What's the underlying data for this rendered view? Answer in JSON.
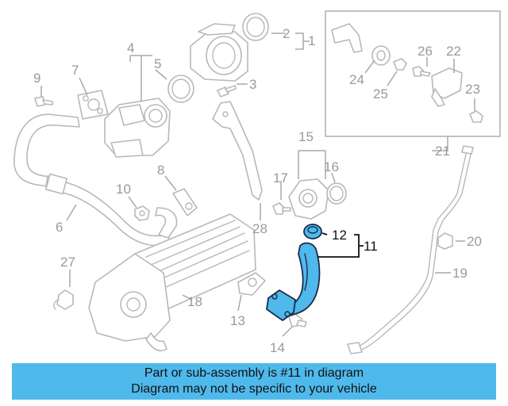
{
  "callouts": [
    "1",
    "2",
    "3",
    "4",
    "5",
    "6",
    "7",
    "8",
    "9",
    "10",
    "11",
    "12",
    "13",
    "14",
    "15",
    "16",
    "17",
    "18",
    "19",
    "20",
    "21",
    "22",
    "23",
    "24",
    "25",
    "26",
    "27",
    "28"
  ],
  "highlight": {
    "part_number": "11",
    "sub_part_number": "12",
    "color": "#4fb9ec",
    "outline_color": "#1a2b4a"
  },
  "banner": {
    "line1": "Part or sub-assembly is #11 in diagram",
    "line2": "Diagram may not be specific to your vehicle",
    "background": "#4fb9ec"
  }
}
